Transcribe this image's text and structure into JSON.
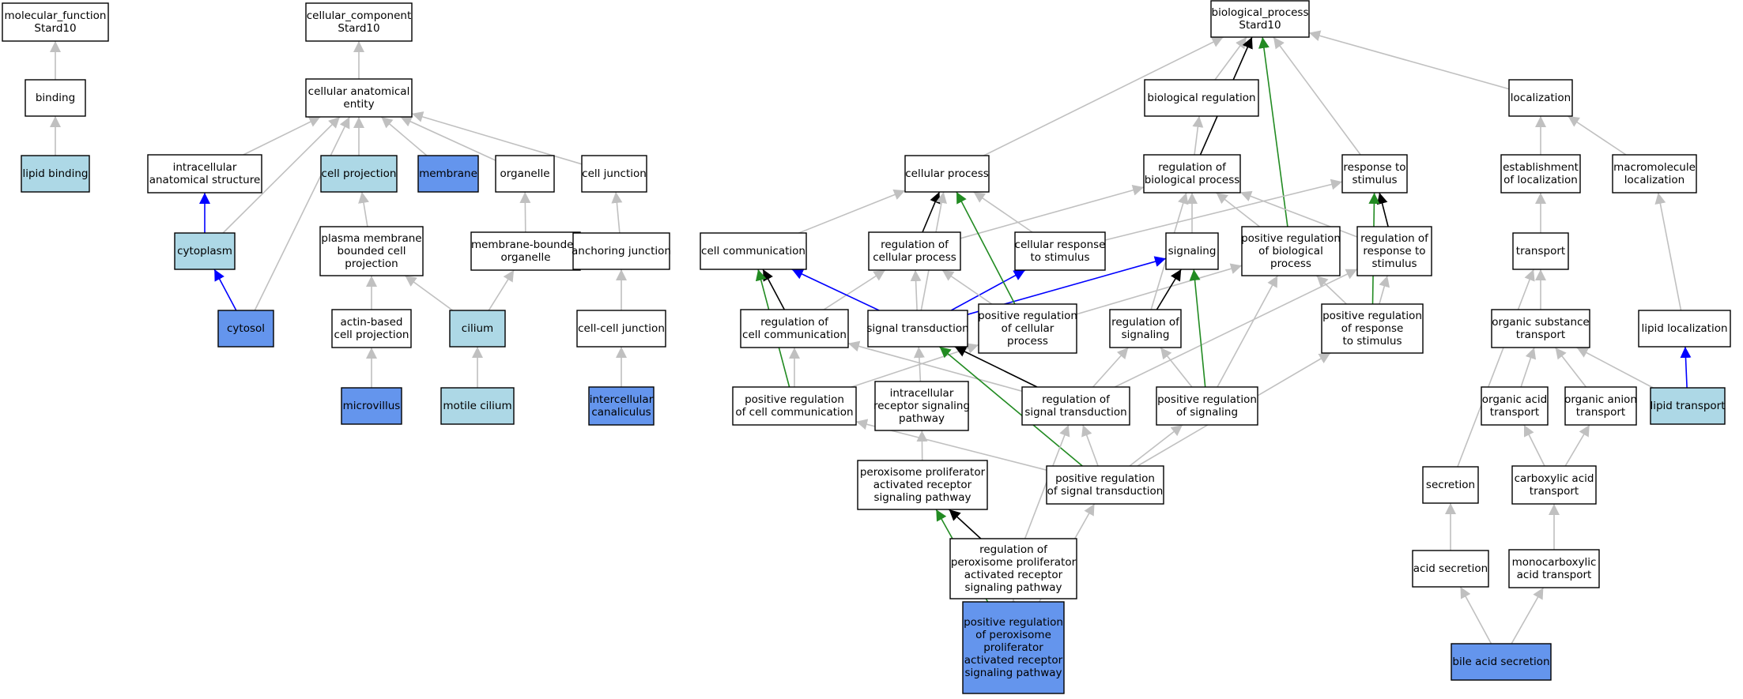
{
  "colors": {
    "plain": "#ffffff",
    "light": "#add8e6",
    "dark": "#6495ed",
    "is_a": "#c0c0c0",
    "part_of": "#0000ff",
    "regulates": "#000000",
    "positively_regulates": "#228b22"
  },
  "nodes": [
    {
      "id": "mf",
      "lines": [
        "molecular_function",
        "Stard10"
      ],
      "fill": "plain"
    },
    {
      "id": "binding",
      "lines": [
        "binding"
      ],
      "fill": "plain"
    },
    {
      "id": "lipid_binding",
      "lines": [
        "lipid binding"
      ],
      "fill": "light"
    },
    {
      "id": "cc",
      "lines": [
        "cellular_component",
        "Stard10"
      ],
      "fill": "plain"
    },
    {
      "id": "cae",
      "lines": [
        "cellular anatomical",
        "entity"
      ],
      "fill": "plain"
    },
    {
      "id": "ias",
      "lines": [
        "intracellular",
        "anatomical structure"
      ],
      "fill": "plain"
    },
    {
      "id": "cell_projection",
      "lines": [
        "cell projection"
      ],
      "fill": "light"
    },
    {
      "id": "membrane",
      "lines": [
        "membrane"
      ],
      "fill": "dark"
    },
    {
      "id": "organelle",
      "lines": [
        "organelle"
      ],
      "fill": "plain"
    },
    {
      "id": "cell_junction",
      "lines": [
        "cell junction"
      ],
      "fill": "plain"
    },
    {
      "id": "cytoplasm",
      "lines": [
        "cytoplasm"
      ],
      "fill": "light"
    },
    {
      "id": "pmbcp",
      "lines": [
        "plasma membrane",
        "bounded cell",
        "projection"
      ],
      "fill": "plain"
    },
    {
      "id": "mbo",
      "lines": [
        "membrane-bounded",
        "organelle"
      ],
      "fill": "plain"
    },
    {
      "id": "anchoring_junction",
      "lines": [
        "anchoring junction"
      ],
      "fill": "plain"
    },
    {
      "id": "cytosol",
      "lines": [
        "cytosol"
      ],
      "fill": "dark"
    },
    {
      "id": "abcp",
      "lines": [
        "actin-based",
        "cell projection"
      ],
      "fill": "plain"
    },
    {
      "id": "cilium",
      "lines": [
        "cilium"
      ],
      "fill": "light"
    },
    {
      "id": "ccj",
      "lines": [
        "cell-cell junction"
      ],
      "fill": "plain"
    },
    {
      "id": "microvillus",
      "lines": [
        "microvillus"
      ],
      "fill": "dark"
    },
    {
      "id": "motile_cilium",
      "lines": [
        "motile cilium"
      ],
      "fill": "light"
    },
    {
      "id": "ic_canaliculus",
      "lines": [
        "intercellular",
        "canaliculus"
      ],
      "fill": "dark"
    },
    {
      "id": "bp",
      "lines": [
        "biological_process",
        "Stard10"
      ],
      "fill": "plain"
    },
    {
      "id": "bio_reg",
      "lines": [
        "biological regulation"
      ],
      "fill": "plain"
    },
    {
      "id": "localization",
      "lines": [
        "localization"
      ],
      "fill": "plain"
    },
    {
      "id": "cellular_process",
      "lines": [
        "cellular process"
      ],
      "fill": "plain"
    },
    {
      "id": "reg_bp",
      "lines": [
        "regulation of",
        "biological process"
      ],
      "fill": "plain"
    },
    {
      "id": "resp_stim",
      "lines": [
        "response to",
        "stimulus"
      ],
      "fill": "plain"
    },
    {
      "id": "est_loc",
      "lines": [
        "establishment",
        "of localization"
      ],
      "fill": "plain"
    },
    {
      "id": "macro_loc",
      "lines": [
        "macromolecule",
        "localization"
      ],
      "fill": "plain"
    },
    {
      "id": "cell_comm",
      "lines": [
        "cell communication"
      ],
      "fill": "plain"
    },
    {
      "id": "reg_cp",
      "lines": [
        "regulation of",
        "cellular process"
      ],
      "fill": "plain"
    },
    {
      "id": "cell_resp",
      "lines": [
        "cellular response",
        "to stimulus"
      ],
      "fill": "plain"
    },
    {
      "id": "signaling",
      "lines": [
        "signaling"
      ],
      "fill": "plain"
    },
    {
      "id": "pos_reg_bp",
      "lines": [
        "positive regulation",
        "of biological",
        "process"
      ],
      "fill": "plain"
    },
    {
      "id": "reg_resp",
      "lines": [
        "regulation of",
        "response to",
        "stimulus"
      ],
      "fill": "plain"
    },
    {
      "id": "transport",
      "lines": [
        "transport"
      ],
      "fill": "plain"
    },
    {
      "id": "reg_cc",
      "lines": [
        "regulation of",
        "cell communication"
      ],
      "fill": "plain"
    },
    {
      "id": "sig_trans",
      "lines": [
        "signal transduction"
      ],
      "fill": "plain"
    },
    {
      "id": "pos_reg_cp",
      "lines": [
        "positive regulation",
        "of cellular",
        "process"
      ],
      "fill": "plain"
    },
    {
      "id": "reg_sig",
      "lines": [
        "regulation of",
        "signaling"
      ],
      "fill": "plain"
    },
    {
      "id": "pos_reg_resp",
      "lines": [
        "positive regulation",
        "of response",
        "to stimulus"
      ],
      "fill": "plain"
    },
    {
      "id": "ost",
      "lines": [
        "organic substance",
        "transport"
      ],
      "fill": "plain"
    },
    {
      "id": "lipid_loc",
      "lines": [
        "lipid localization"
      ],
      "fill": "plain"
    },
    {
      "id": "pos_reg_cc",
      "lines": [
        "positive regulation",
        "of cell communication"
      ],
      "fill": "plain"
    },
    {
      "id": "irsp",
      "lines": [
        "intracellular",
        "receptor signaling",
        "pathway"
      ],
      "fill": "plain"
    },
    {
      "id": "reg_st",
      "lines": [
        "regulation of",
        "signal transduction"
      ],
      "fill": "plain"
    },
    {
      "id": "pos_reg_sig",
      "lines": [
        "positive regulation",
        "of signaling"
      ],
      "fill": "plain"
    },
    {
      "id": "oat",
      "lines": [
        "organic acid",
        "transport"
      ],
      "fill": "plain"
    },
    {
      "id": "oant",
      "lines": [
        "organic anion",
        "transport"
      ],
      "fill": "plain"
    },
    {
      "id": "lipid_transport",
      "lines": [
        "lipid transport"
      ],
      "fill": "light"
    },
    {
      "id": "ppar",
      "lines": [
        "peroxisome proliferator",
        "activated receptor",
        "signaling pathway"
      ],
      "fill": "plain"
    },
    {
      "id": "pos_reg_st",
      "lines": [
        "positive regulation",
        "of signal transduction"
      ],
      "fill": "plain"
    },
    {
      "id": "secretion",
      "lines": [
        "secretion"
      ],
      "fill": "plain"
    },
    {
      "id": "cat",
      "lines": [
        "carboxylic acid",
        "transport"
      ],
      "fill": "plain"
    },
    {
      "id": "reg_ppar",
      "lines": [
        "regulation of",
        "peroxisome proliferator",
        "activated receptor",
        "signaling pathway"
      ],
      "fill": "plain"
    },
    {
      "id": "acid_sec",
      "lines": [
        "acid secretion"
      ],
      "fill": "plain"
    },
    {
      "id": "mcat",
      "lines": [
        "monocarboxylic",
        "acid transport"
      ],
      "fill": "plain"
    },
    {
      "id": "pos_reg_ppar",
      "lines": [
        "positive regulation",
        "of peroxisome",
        "proliferator",
        "activated receptor",
        "signaling pathway"
      ],
      "fill": "dark"
    },
    {
      "id": "bile_acid_sec",
      "lines": [
        "bile acid secretion"
      ],
      "fill": "dark"
    }
  ],
  "edges": [
    {
      "from": "binding",
      "to": "mf",
      "type": "is_a"
    },
    {
      "from": "lipid_binding",
      "to": "binding",
      "type": "is_a"
    },
    {
      "from": "cae",
      "to": "cc",
      "type": "is_a"
    },
    {
      "from": "ias",
      "to": "cae",
      "type": "is_a"
    },
    {
      "from": "cell_projection",
      "to": "cae",
      "type": "is_a"
    },
    {
      "from": "membrane",
      "to": "cae",
      "type": "is_a"
    },
    {
      "from": "organelle",
      "to": "cae",
      "type": "is_a"
    },
    {
      "from": "cell_junction",
      "to": "cae",
      "type": "is_a"
    },
    {
      "from": "cytoplasm",
      "to": "cae",
      "type": "is_a"
    },
    {
      "from": "cytoplasm",
      "to": "ias",
      "type": "part_of"
    },
    {
      "from": "cytosol",
      "to": "cae",
      "type": "is_a"
    },
    {
      "from": "cytosol",
      "to": "cytoplasm",
      "type": "part_of"
    },
    {
      "from": "pmbcp",
      "to": "cell_projection",
      "type": "is_a"
    },
    {
      "from": "abcp",
      "to": "pmbcp",
      "type": "is_a"
    },
    {
      "from": "microvillus",
      "to": "abcp",
      "type": "is_a"
    },
    {
      "from": "mbo",
      "to": "organelle",
      "type": "is_a"
    },
    {
      "from": "cilium",
      "to": "pmbcp",
      "type": "is_a"
    },
    {
      "from": "cilium",
      "to": "mbo",
      "type": "is_a"
    },
    {
      "from": "motile_cilium",
      "to": "cilium",
      "type": "is_a"
    },
    {
      "from": "anchoring_junction",
      "to": "cell_junction",
      "type": "is_a"
    },
    {
      "from": "ccj",
      "to": "anchoring_junction",
      "type": "is_a"
    },
    {
      "from": "ic_canaliculus",
      "to": "ccj",
      "type": "is_a"
    },
    {
      "from": "bio_reg",
      "to": "bp",
      "type": "is_a"
    },
    {
      "from": "cellular_process",
      "to": "bp",
      "type": "is_a"
    },
    {
      "from": "localization",
      "to": "bp",
      "type": "is_a"
    },
    {
      "from": "resp_stim",
      "to": "bp",
      "type": "is_a"
    },
    {
      "from": "reg_bp",
      "to": "bio_reg",
      "type": "is_a"
    },
    {
      "from": "reg_bp",
      "to": "bp",
      "type": "regulates"
    },
    {
      "from": "pos_reg_bp",
      "to": "bp",
      "type": "positively_regulates"
    },
    {
      "from": "pos_reg_bp",
      "to": "reg_bp",
      "type": "is_a"
    },
    {
      "from": "est_loc",
      "to": "localization",
      "type": "is_a"
    },
    {
      "from": "macro_loc",
      "to": "localization",
      "type": "is_a"
    },
    {
      "from": "cell_comm",
      "to": "cellular_process",
      "type": "is_a"
    },
    {
      "from": "reg_cp",
      "to": "reg_bp",
      "type": "is_a"
    },
    {
      "from": "reg_cp",
      "to": "cellular_process",
      "type": "regulates"
    },
    {
      "from": "cell_resp",
      "to": "cellular_process",
      "type": "is_a"
    },
    {
      "from": "cell_resp",
      "to": "resp_stim",
      "type": "is_a"
    },
    {
      "from": "signaling",
      "to": "reg_bp",
      "type": "is_a"
    },
    {
      "from": "reg_resp",
      "to": "reg_bp",
      "type": "is_a"
    },
    {
      "from": "reg_resp",
      "to": "resp_stim",
      "type": "regulates"
    },
    {
      "from": "transport",
      "to": "est_loc",
      "type": "is_a"
    },
    {
      "from": "reg_cc",
      "to": "reg_cp",
      "type": "is_a"
    },
    {
      "from": "reg_cc",
      "to": "cell_comm",
      "type": "regulates"
    },
    {
      "from": "sig_trans",
      "to": "cell_comm",
      "type": "part_of"
    },
    {
      "from": "sig_trans",
      "to": "cellular_process",
      "type": "is_a"
    },
    {
      "from": "sig_trans",
      "to": "reg_cp",
      "type": "is_a"
    },
    {
      "from": "sig_trans",
      "to": "cell_resp",
      "type": "part_of"
    },
    {
      "from": "sig_trans",
      "to": "signaling",
      "type": "part_of"
    },
    {
      "from": "pos_reg_cp",
      "to": "reg_cp",
      "type": "is_a"
    },
    {
      "from": "pos_reg_cp",
      "to": "cellular_process",
      "type": "positively_regulates"
    },
    {
      "from": "pos_reg_cp",
      "to": "pos_reg_bp",
      "type": "is_a"
    },
    {
      "from": "reg_sig",
      "to": "signaling",
      "type": "regulates"
    },
    {
      "from": "reg_sig",
      "to": "reg_bp",
      "type": "is_a"
    },
    {
      "from": "pos_reg_resp",
      "to": "resp_stim",
      "type": "positively_regulates"
    },
    {
      "from": "pos_reg_resp",
      "to": "reg_resp",
      "type": "is_a"
    },
    {
      "from": "pos_reg_resp",
      "to": "pos_reg_bp",
      "type": "is_a"
    },
    {
      "from": "ost",
      "to": "transport",
      "type": "is_a"
    },
    {
      "from": "lipid_loc",
      "to": "macro_loc",
      "type": "is_a"
    },
    {
      "from": "pos_reg_cc",
      "to": "reg_cc",
      "type": "is_a"
    },
    {
      "from": "pos_reg_cc",
      "to": "cell_comm",
      "type": "positively_regulates"
    },
    {
      "from": "pos_reg_cc",
      "to": "pos_reg_cp",
      "type": "is_a"
    },
    {
      "from": "irsp",
      "to": "sig_trans",
      "type": "is_a"
    },
    {
      "from": "reg_st",
      "to": "sig_trans",
      "type": "regulates"
    },
    {
      "from": "reg_st",
      "to": "reg_cc",
      "type": "is_a"
    },
    {
      "from": "reg_st",
      "to": "reg_sig",
      "type": "is_a"
    },
    {
      "from": "reg_st",
      "to": "reg_resp",
      "type": "is_a"
    },
    {
      "from": "pos_reg_sig",
      "to": "signaling",
      "type": "positively_regulates"
    },
    {
      "from": "pos_reg_sig",
      "to": "reg_sig",
      "type": "is_a"
    },
    {
      "from": "pos_reg_sig",
      "to": "pos_reg_bp",
      "type": "is_a"
    },
    {
      "from": "oat",
      "to": "ost",
      "type": "is_a"
    },
    {
      "from": "oant",
      "to": "ost",
      "type": "is_a"
    },
    {
      "from": "lipid_transport",
      "to": "ost",
      "type": "is_a"
    },
    {
      "from": "lipid_transport",
      "to": "lipid_loc",
      "type": "part_of"
    },
    {
      "from": "ppar",
      "to": "irsp",
      "type": "is_a"
    },
    {
      "from": "pos_reg_st",
      "to": "sig_trans",
      "type": "positively_regulates"
    },
    {
      "from": "pos_reg_st",
      "to": "reg_st",
      "type": "is_a"
    },
    {
      "from": "pos_reg_st",
      "to": "pos_reg_sig",
      "type": "is_a"
    },
    {
      "from": "pos_reg_st",
      "to": "pos_reg_cc",
      "type": "is_a"
    },
    {
      "from": "pos_reg_st",
      "to": "pos_reg_resp",
      "type": "is_a"
    },
    {
      "from": "secretion",
      "to": "transport",
      "type": "is_a"
    },
    {
      "from": "cat",
      "to": "oat",
      "type": "is_a"
    },
    {
      "from": "cat",
      "to": "oant",
      "type": "is_a"
    },
    {
      "from": "reg_ppar",
      "to": "ppar",
      "type": "regulates"
    },
    {
      "from": "reg_ppar",
      "to": "reg_st",
      "type": "is_a"
    },
    {
      "from": "acid_sec",
      "to": "secretion",
      "type": "is_a"
    },
    {
      "from": "mcat",
      "to": "cat",
      "type": "is_a"
    },
    {
      "from": "pos_reg_ppar",
      "to": "ppar",
      "type": "positively_regulates"
    },
    {
      "from": "pos_reg_ppar",
      "to": "reg_ppar",
      "type": "is_a"
    },
    {
      "from": "pos_reg_ppar",
      "to": "pos_reg_st",
      "type": "is_a"
    },
    {
      "from": "bile_acid_sec",
      "to": "acid_sec",
      "type": "is_a"
    },
    {
      "from": "bile_acid_sec",
      "to": "mcat",
      "type": "is_a"
    }
  ]
}
